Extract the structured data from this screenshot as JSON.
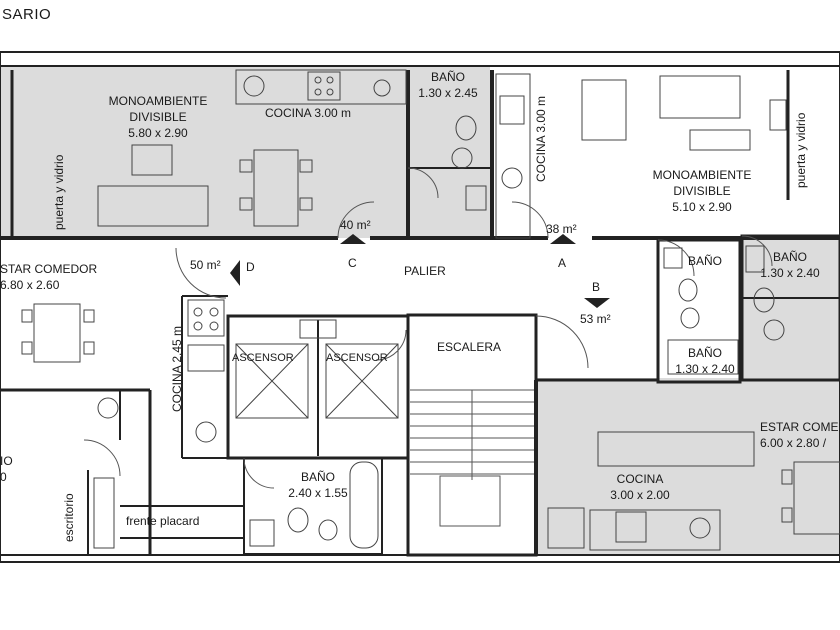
{
  "header": {
    "title": "SARIO"
  },
  "colors": {
    "shaded": "#dcdcdc",
    "wall": "#222222",
    "line": "#555555",
    "background": "#ffffff"
  },
  "rooms": {
    "mono_left": {
      "name": "MONOAMBIENTE",
      "name2": "DIVISIBLE",
      "dims": "5.80 x 2.90"
    },
    "cocina_top_left": {
      "label": "COCINA 3.00 m"
    },
    "bano_top": {
      "name": "BAÑO",
      "dims": "1.30 x 2.45"
    },
    "cocina_top_right": {
      "label": "COCINA 3.00 m"
    },
    "mono_right": {
      "name": "MONOAMBIENTE",
      "name2": "DIVISIBLE",
      "dims": "5.10 x 2.90"
    },
    "bano_right_top": {
      "name": "BAÑO",
      "dims": "1.30 x 2.40"
    },
    "bano_right_mid": {
      "name": "BAÑO",
      "dims": "1.30 x 2.40"
    },
    "estar_left": {
      "name": "STAR COMEDOR",
      "dims": "6.80 x 2.60"
    },
    "cocina_mid": {
      "label": "COCINA 2.45 m"
    },
    "bano_bottom": {
      "name": "BAÑO",
      "dims": "2.40 x 1.55"
    },
    "estar_right": {
      "name": "ESTAR COMEDOR",
      "dims": "6.00 x 2.80 /"
    },
    "cocina_bottom": {
      "name": "COCINA",
      "dims": "3.00 x 2.00"
    },
    "left_partial": {
      "a": "IO",
      "b": "0"
    }
  },
  "labels": {
    "puerta_vidrio": "puerta y vidrio",
    "escritorio": "escritorio",
    "frente_placard": "frente placard",
    "ascensor": "ASCENSOR",
    "escalera": "ESCALERA",
    "palier": "PALIER"
  },
  "units": {
    "area_40": "40 m²",
    "area_38": "38 m²",
    "area_50": "50 m²",
    "area_53": "53 m²"
  },
  "markers": {
    "a": "A",
    "b": "B",
    "c": "C",
    "d": "D"
  },
  "icons": [
    "elevator-icon",
    "stairs-icon",
    "toilet-icon",
    "sink-icon",
    "stove-icon",
    "bathtub-icon",
    "table-icon",
    "sofa-icon",
    "door-swing-icon",
    "section-arrow-icon"
  ]
}
